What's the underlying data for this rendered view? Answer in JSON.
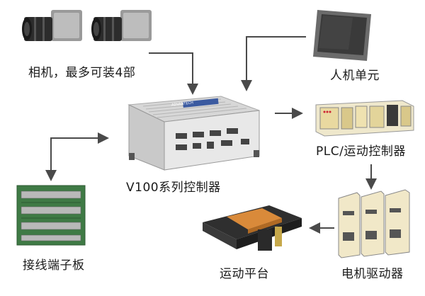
{
  "labels": {
    "camera": "相机，最多可装4部",
    "hmi": "人机单元",
    "plc_prefix": "PLC",
    "plc_suffix": "/运动控制器",
    "controller": "V100系列控制器",
    "terminal_board": "接线端子板",
    "servo_drive": "电机驱动器",
    "motion_stage": "运动平台"
  },
  "device_text": {
    "controller_brand": "ADVANTECH"
  },
  "colors": {
    "arrow": "#4a4a4a",
    "device_gray": "#e4e4e4",
    "board_green": "#3f7a45",
    "stage_orange": "#d98a3a",
    "drive_cream": "#f1e8c8"
  },
  "connections": [
    {
      "from": "camera",
      "to": "controller"
    },
    {
      "from": "hmi",
      "to": "controller"
    },
    {
      "from": "controller",
      "to": "plc"
    },
    {
      "from": "plc",
      "to": "servo_drive"
    },
    {
      "from": "servo_drive",
      "to": "motion_stage"
    },
    {
      "from": "controller",
      "to": "terminal_board",
      "bidirectional": true
    }
  ]
}
